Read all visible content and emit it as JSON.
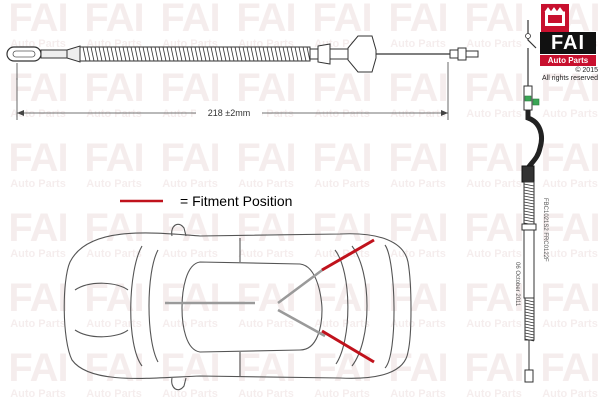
{
  "watermark": {
    "big": "FAI",
    "small": "Auto Parts"
  },
  "cable": {
    "length_label": "218  ±2mm"
  },
  "legend": {
    "text": "= Fitment Position",
    "color": "#c0121c"
  },
  "side_label": "06 October 2011",
  "side_code": "FBC1021S2  FRC0122F",
  "logo": {
    "brand": "FAI",
    "sub": "Auto Parts",
    "copyright_year": "© 2015",
    "rights": "All rights reserved",
    "accent": "#c8102e"
  }
}
